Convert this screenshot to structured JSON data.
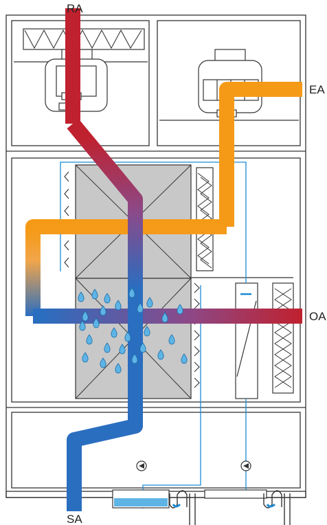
{
  "labels": {
    "return_air": "RA",
    "exhaust_air": "EA",
    "outdoor_air": "OA",
    "supply_air": "SA"
  },
  "colors": {
    "warm_air": "#c0212e",
    "cool_air": "#2a6ec0",
    "exhaust_stream": "#f59a17",
    "heat_exchanger": "#c8c8c8",
    "water": "#5fb4e6",
    "water_line": "#1a8ad4",
    "frame": "#333333"
  },
  "icons": [
    "fan-icon",
    "fan-icon",
    "pump-icon",
    "pump-icon",
    "water-droplet-icon",
    "drain-trap-icon"
  ]
}
